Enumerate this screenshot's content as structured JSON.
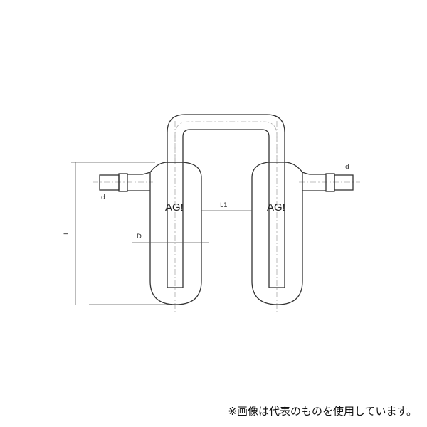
{
  "diagram": {
    "labels": {
      "length": "L",
      "spacing": "L1",
      "diameter": "D",
      "port_left": "d",
      "port_right": "d"
    },
    "watermark": "AG!"
  },
  "caption": "※画像は代表のものを使用しています。"
}
